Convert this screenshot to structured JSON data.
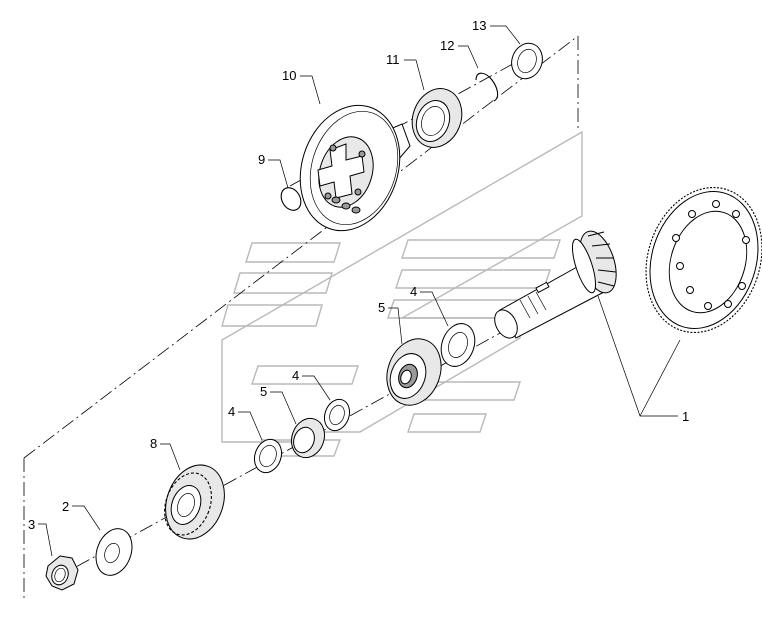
{
  "diagram": {
    "callouts": [
      {
        "id": "c1",
        "text": "1"
      },
      {
        "id": "c2",
        "text": "2"
      },
      {
        "id": "c3",
        "text": "3"
      },
      {
        "id": "c4a",
        "text": "4"
      },
      {
        "id": "c4b",
        "text": "4"
      },
      {
        "id": "c4c",
        "text": "4"
      },
      {
        "id": "c5a",
        "text": "5"
      },
      {
        "id": "c5b",
        "text": "5"
      },
      {
        "id": "c8",
        "text": "8"
      },
      {
        "id": "c9",
        "text": "9"
      },
      {
        "id": "c10",
        "text": "10"
      },
      {
        "id": "c11",
        "text": "11"
      },
      {
        "id": "c12",
        "text": "12"
      },
      {
        "id": "c13",
        "text": "13"
      }
    ]
  }
}
